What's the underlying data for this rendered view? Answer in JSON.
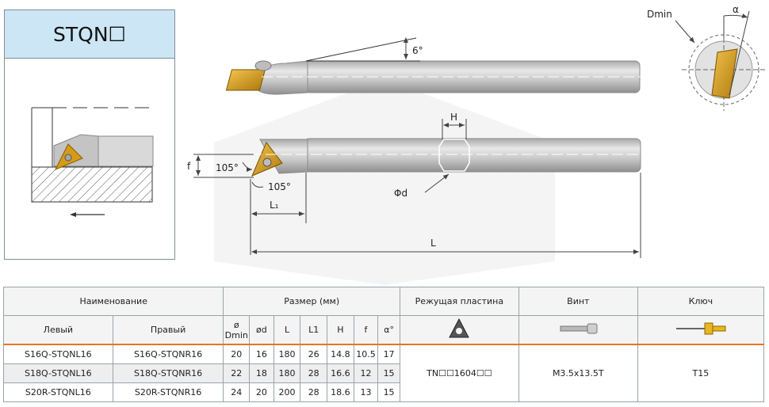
{
  "title": "STQN☐",
  "labels": {
    "dmin": "Dmin",
    "alpha": "α",
    "angle_6": "6°",
    "angle_105_top": "105°",
    "angle_105_bottom": "105°",
    "f": "f",
    "l1": "L₁",
    "l": "L",
    "h": "H",
    "phi_d": "Φd"
  },
  "table": {
    "headers": {
      "name": "Наименование",
      "size": "Размер (мм)",
      "insert": "Режущая пластина",
      "screw": "Винт",
      "key": "Ключ",
      "left": "Левый",
      "right": "Правый",
      "dmin_sym": "ø",
      "dmin": "Dmin",
      "od": "ød",
      "L": "L",
      "L1": "L1",
      "H": "H",
      "f": "f",
      "alpha": "α°"
    },
    "rows": [
      {
        "left": "S16Q-STQNL16",
        "right": "S16Q-STQNR16",
        "dmin": "20",
        "d": "16",
        "L": "180",
        "L1": "26",
        "H": "14.8",
        "f": "10.5",
        "alpha": "17"
      },
      {
        "left": "S18Q-STQNL16",
        "right": "S18Q-STQNR16",
        "dmin": "22",
        "d": "18",
        "L": "180",
        "L1": "28",
        "H": "16.6",
        "f": "12",
        "alpha": "15"
      },
      {
        "left": "S20R-STQNL16",
        "right": "S20R-STQNR16",
        "dmin": "24",
        "d": "20",
        "L": "200",
        "L1": "28",
        "H": "18.6",
        "f": "13",
        "alpha": "15"
      }
    ],
    "insert_code": "TN☐☐1604☐☐",
    "screw_code": "M3.5x13.5T",
    "key_code": "T15"
  },
  "icons": [
    "triangle-insert-icon",
    "screw-icon",
    "torx-key-icon"
  ]
}
